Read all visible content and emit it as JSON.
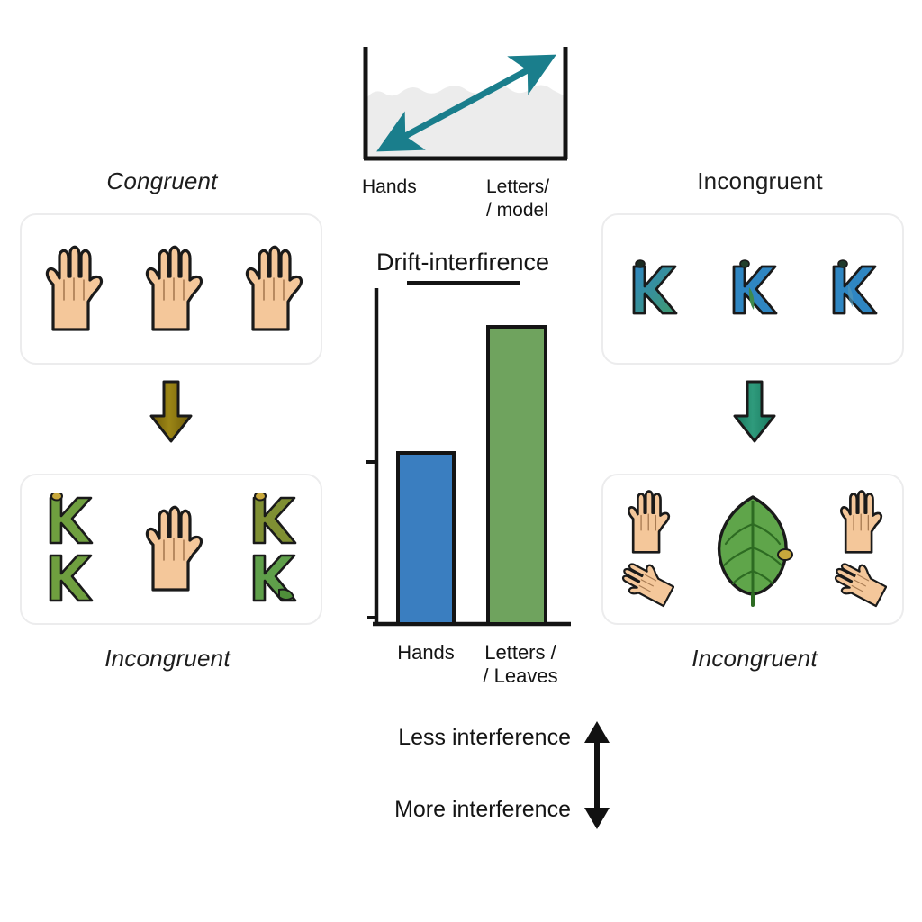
{
  "figure": {
    "title": "Drift-interfirence",
    "background": "#ffffff"
  },
  "inset_chart": {
    "xlabel_left": "Hands",
    "xlabel_right_line1": "Letters/",
    "xlabel_right_line2": "/ model",
    "arrow_color": "#1a7e8c",
    "area_color": "#ececec",
    "frame_color": "#141414"
  },
  "panels": {
    "top_left": {
      "label": "Congruent",
      "italic": true,
      "items": [
        "hand",
        "hand",
        "hand"
      ]
    },
    "bottom_left": {
      "label": "Incongruent",
      "italic": true,
      "items": [
        "k-pair-green",
        "hand",
        "k-pair-green"
      ]
    },
    "top_right": {
      "label": "Incongruent",
      "italic": false,
      "items": [
        "k-blue",
        "k-blue",
        "k-blue"
      ]
    },
    "bottom_right": {
      "label": "Incongruent",
      "italic": true,
      "items": [
        "hand-pair",
        "leaf",
        "hand-pair"
      ]
    }
  },
  "arrows": {
    "left_color": "#8a7410",
    "right_color": "#1f8a6e"
  },
  "interference": {
    "less_label": "Less interference",
    "more_label": "More interference",
    "arrow_color": "#111111"
  },
  "colors": {
    "hand_fill": "#f4c79a",
    "leaf_fill": "#5fa54a",
    "k_green": "#6f9f3f",
    "k_blue": "#2f86c2",
    "bar_blue": "#3a7ec0",
    "bar_green": "#6fa35e",
    "card_border": "#ececed",
    "outline": "#141414"
  },
  "chart_data": {
    "type": "bar",
    "title": "Drift-interfirence",
    "categories": [
      "Hands",
      "Letters /\n/ Leaves"
    ],
    "category_labels": [
      {
        "line1": "Hands",
        "line2": ""
      },
      {
        "line1": "Letters /",
        "line2": "/ Leaves"
      }
    ],
    "values": [
      51,
      86
    ],
    "bar_colors": [
      "#3a7ec0",
      "#6fa35e"
    ],
    "xlabel": "",
    "ylabel": "",
    "ylim": [
      0,
      100
    ],
    "grid": false,
    "legend": "none",
    "y_ticks_labeled": false,
    "y_tick_positions": [
      0,
      51
    ],
    "annotations": [
      "Less interference",
      "More interference"
    ]
  }
}
